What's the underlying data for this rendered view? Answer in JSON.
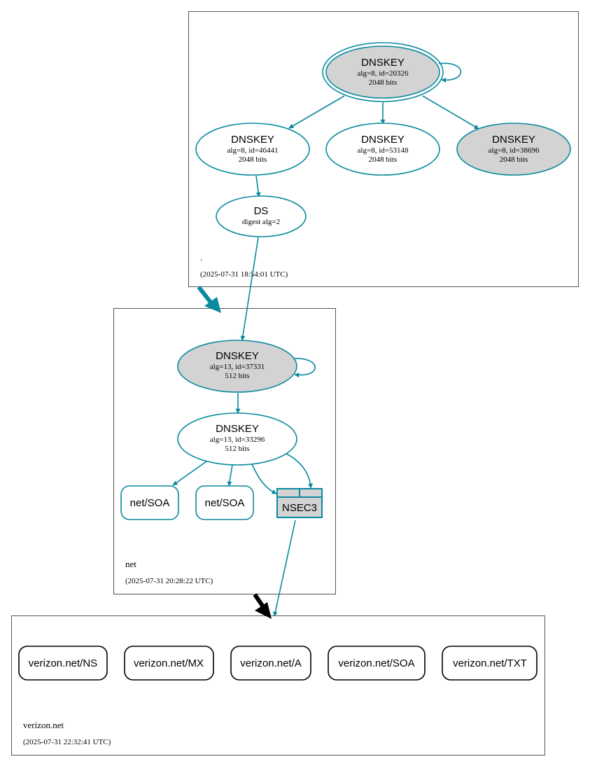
{
  "colors": {
    "edge": "#0a8a9f",
    "insecure_edge": "#000000",
    "sep_fill": "#d3d3d3",
    "node_fill": "#ffffff",
    "zone_border": "#555555"
  },
  "zones": {
    "root": {
      "name": ".",
      "timestamp": "(2025-07-31 18:54:01 UTC)"
    },
    "net": {
      "name": "net",
      "timestamp": "(2025-07-31 20:28:22 UTC)"
    },
    "verizon": {
      "name": "verizon.net",
      "timestamp": "(2025-07-31 22:32:41 UTC)"
    }
  },
  "nodes": {
    "root_ksk": {
      "type": "DNSKEY",
      "details": "alg=8, id=20326",
      "size": "2048 bits",
      "sep": true,
      "trust_anchor": true
    },
    "root_zsk1": {
      "type": "DNSKEY",
      "details": "alg=8, id=46441",
      "size": "2048 bits",
      "sep": false
    },
    "root_zsk2": {
      "type": "DNSKEY",
      "details": "alg=8, id=53148",
      "size": "2048 bits",
      "sep": false
    },
    "root_ksk2": {
      "type": "DNSKEY",
      "details": "alg=8, id=38696",
      "size": "2048 bits",
      "sep": true
    },
    "net_ds": {
      "type": "DS",
      "details": "digest alg=2"
    },
    "net_ksk": {
      "type": "DNSKEY",
      "details": "alg=13, id=37331",
      "size": "512 bits",
      "sep": true
    },
    "net_zsk": {
      "type": "DNSKEY",
      "details": "alg=13, id=33296",
      "size": "512 bits",
      "sep": false
    },
    "net_soa1": {
      "label": "net/SOA"
    },
    "net_soa2": {
      "label": "net/SOA"
    },
    "net_nsec3": {
      "label": "NSEC3"
    },
    "vz_ns": {
      "label": "verizon.net/NS"
    },
    "vz_mx": {
      "label": "verizon.net/MX"
    },
    "vz_a": {
      "label": "verizon.net/A"
    },
    "vz_soa": {
      "label": "verizon.net/SOA"
    },
    "vz_txt": {
      "label": "verizon.net/TXT"
    }
  }
}
